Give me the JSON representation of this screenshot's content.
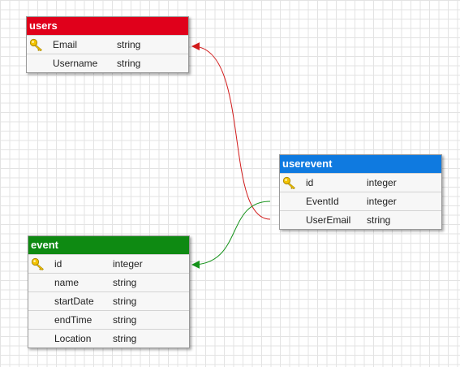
{
  "colors": {
    "users_header": "#e0001b",
    "userevent_header": "#0f7ae0",
    "event_header": "#0e8a12",
    "link_users": "#d11a1a",
    "link_event": "#15921a"
  },
  "tables": {
    "users": {
      "name": "users",
      "fields": [
        {
          "name": "Email",
          "type": "string",
          "key": true
        },
        {
          "name": "Username",
          "type": "string",
          "key": false
        }
      ]
    },
    "userevent": {
      "name": "userevent",
      "fields": [
        {
          "name": "id",
          "type": "integer",
          "key": true
        },
        {
          "name": "EventId",
          "type": "integer",
          "key": false
        },
        {
          "name": "UserEmail",
          "type": "string",
          "key": false
        }
      ]
    },
    "event": {
      "name": "event",
      "fields": [
        {
          "name": "id",
          "type": "integer",
          "key": true
        },
        {
          "name": "name",
          "type": "string",
          "key": false
        },
        {
          "name": "startDate",
          "type": "string",
          "key": false
        },
        {
          "name": "endTime",
          "type": "string",
          "key": false
        },
        {
          "name": "Location",
          "type": "string",
          "key": false
        }
      ]
    }
  }
}
